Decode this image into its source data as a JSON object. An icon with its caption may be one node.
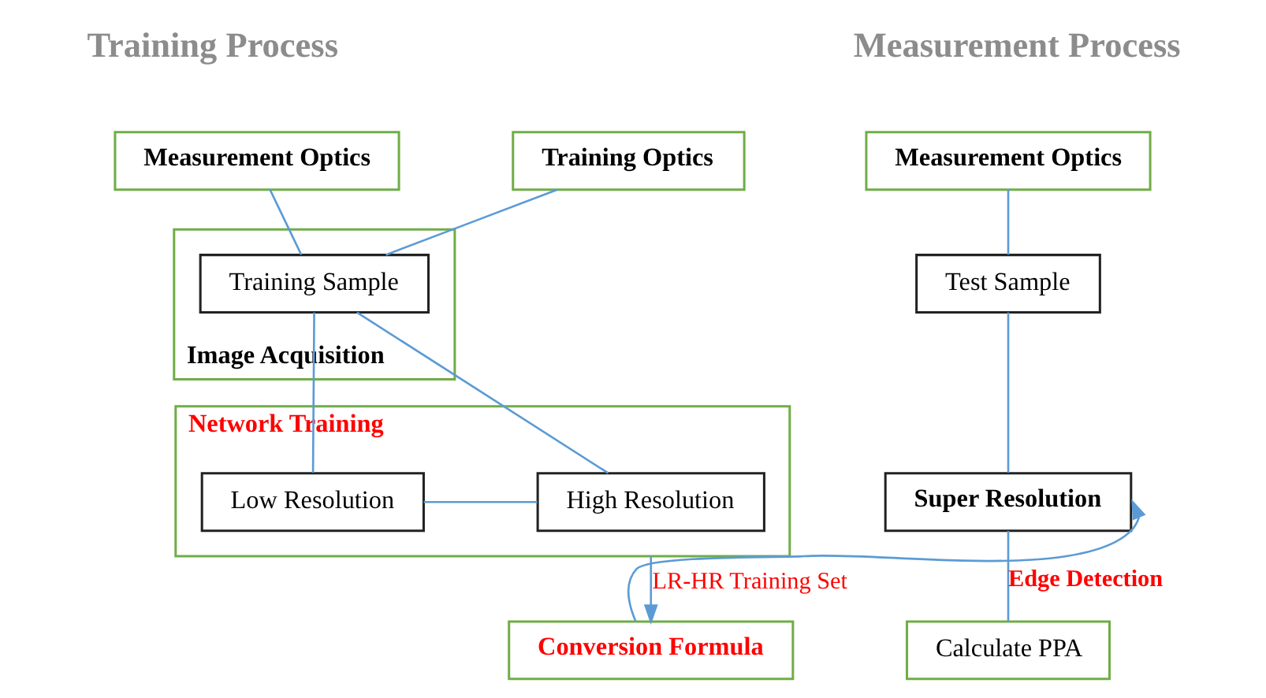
{
  "diagram": {
    "nodes": [
      {
        "text": [
          "Measurement Optics"
        ]
      },
      {
        "text": [
          "Training Optics"
        ]
      },
      {
        "text": [
          "Image Acquisition"
        ]
      },
      {
        "text": [
          "Training Sample"
        ],
        "in": 2
      },
      {
        "text": [
          "Network Training"
        ]
      },
      {
        "text": [
          "Low Resolution"
        ],
        "in": 4
      },
      {
        "text": [
          "High Resolution"
        ],
        "in": 4
      },
      {
        "text": [
          "Conversion Formula"
        ]
      },
      {
        "text": [
          "Measurement Optics"
        ]
      },
      {
        "text": [
          "Test Sample"
        ]
      },
      {
        "text": [
          "Super Resolution"
        ]
      },
      {
        "text": [
          "Calculate PPA"
        ]
      }
    ],
    "edges": [
      {
        "from": 0,
        "to": 3,
        "arrow": "none"
      },
      {
        "from": 1,
        "to": 3,
        "arrow": "none"
      },
      {
        "from": 3,
        "to": 5,
        "arrow": "none"
      },
      {
        "from": 3,
        "to": 6,
        "arrow": "none"
      },
      {
        "from": 5,
        "to": 6,
        "arrow": "none"
      },
      {
        "from": 4,
        "to": 7,
        "arrow": "to",
        "label": "LR-HR Training Set"
      },
      {
        "from": 7,
        "to": 10,
        "arrow": "to"
      },
      {
        "from": 8,
        "to": 9,
        "arrow": "none"
      },
      {
        "from": 9,
        "to": 10,
        "arrow": "none"
      },
      {
        "from": 10,
        "to": 11,
        "arrow": "none",
        "label": "Edge Detection"
      }
    ],
    "labels": [
      "Training Process",
      "Measurement Process"
    ]
  }
}
